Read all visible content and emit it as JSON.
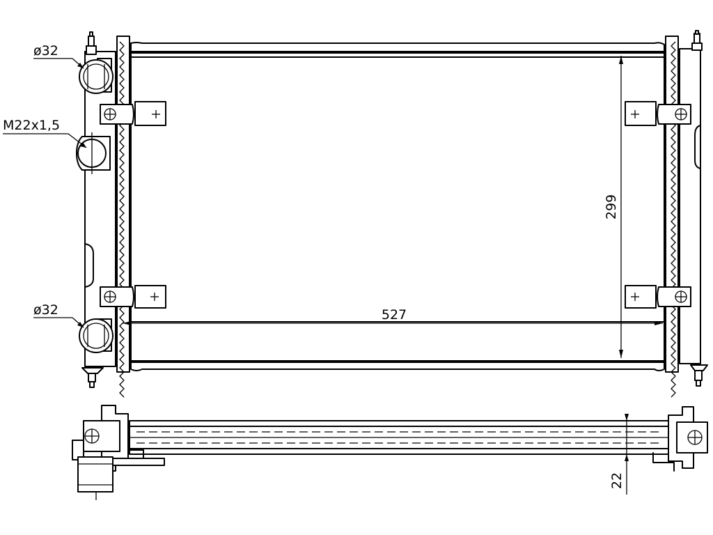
{
  "drawing": {
    "labels": {
      "inlet_top": "ø32",
      "thread": "M22x1,5",
      "outlet_bottom": "ø32"
    },
    "dimensions": {
      "width": "527",
      "height": "299",
      "thickness": "22"
    }
  }
}
